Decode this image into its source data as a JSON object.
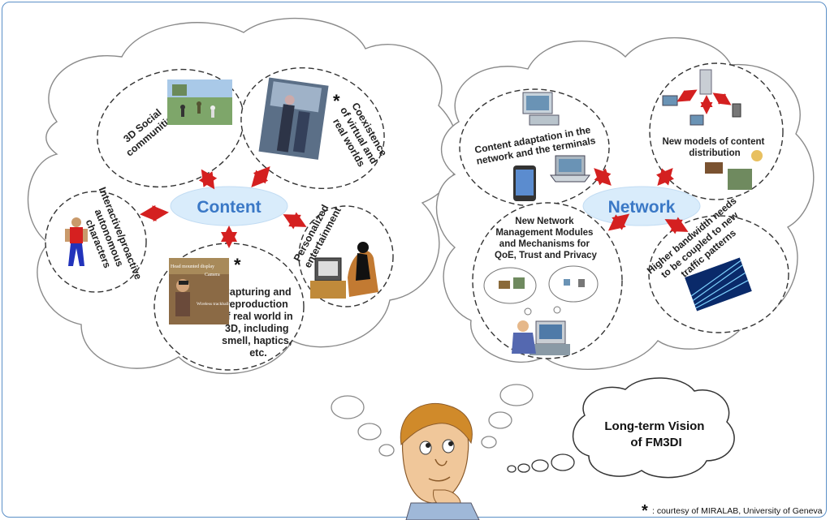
{
  "content_hub": {
    "label": "Content"
  },
  "network_hub": {
    "label": "Network"
  },
  "content_bubbles": {
    "social": [
      "3D Social",
      "communities"
    ],
    "coexistence": [
      "Coexistence",
      "of virtual and",
      "real worlds"
    ],
    "characters": [
      "Interactive/proactive",
      "autonomous",
      "characters"
    ],
    "entertainment": [
      "Personalized",
      "entertainment"
    ],
    "capturing": [
      "Capturing and",
      "reproduction",
      "of real world in",
      "3D, including",
      "smell, haptics,",
      "etc."
    ],
    "capture_photo_labels": [
      "Head mounted display",
      "Camera",
      "Wireless trackball"
    ]
  },
  "network_bubbles": {
    "adaptation": [
      "Content adaptation in the",
      "network and the terminals"
    ],
    "distribution": [
      "New models of content",
      "distribution"
    ],
    "management": [
      "New Network",
      "Management Modules",
      "and Mechanisms for",
      "QoE, Trust and Privacy"
    ],
    "bandwidth": [
      "Higher bandwidth needs",
      "to be coupled to new",
      "traffic patterns"
    ]
  },
  "vision": {
    "lines": [
      "Long-term Vision",
      "of FM3DI"
    ]
  },
  "asterisk": "*",
  "footnote": {
    "star": "*",
    "text": ": courtesy of MIRALAB, University of Geneva"
  },
  "colors": {
    "arrow": "#d42020",
    "hub_fill": "#d9ecfb",
    "hub_text": "#3a78c6",
    "frame": "#5b8fc7"
  }
}
